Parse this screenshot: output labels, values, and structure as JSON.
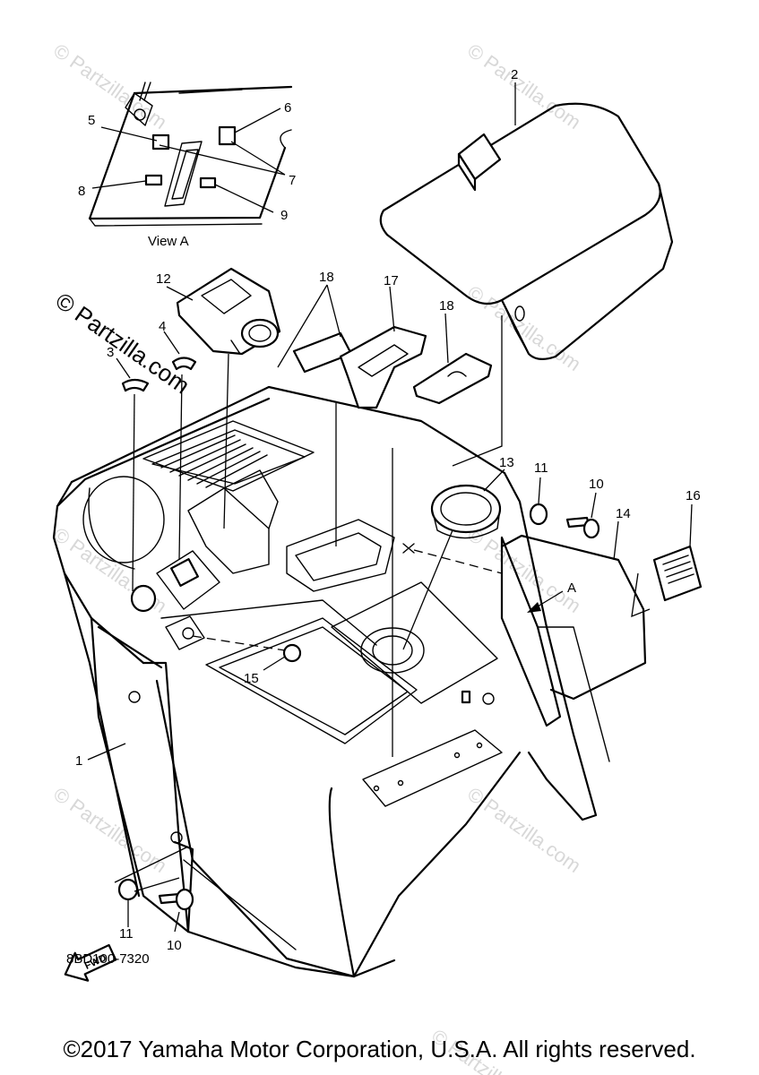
{
  "diagram": {
    "view_label": "View A",
    "arrow_label": "A",
    "fwd_label": "FWD",
    "catalog_number": "8BD100-7320",
    "copyright": "©2017 Yamaha Motor Corporation, U.S.A. All rights reserved.",
    "watermark": "© Partzilla.com",
    "watermark_faint": "© Partzilla.com",
    "callouts": [
      "1",
      "2",
      "3",
      "4",
      "5",
      "6",
      "7",
      "8",
      "9",
      "10",
      "10",
      "11",
      "11",
      "12",
      "13",
      "14",
      "15",
      "16",
      "17",
      "18",
      "18"
    ]
  }
}
